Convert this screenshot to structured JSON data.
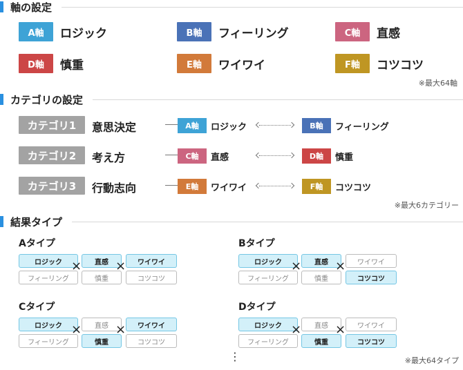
{
  "sections": {
    "axis": "軸の設定",
    "category": "カテゴリの設定",
    "result": "結果タイプ"
  },
  "colors": {
    "section_bar": "#2a90e0",
    "axis_a": "#3ea3d6",
    "axis_b": "#4a72b7",
    "axis_c": "#cc6580",
    "axis_d": "#cc4646",
    "axis_e": "#d27a3a",
    "axis_f": "#bf9623",
    "category_badge": "#a3a3a3",
    "chip_selected": "#d3f0f9"
  },
  "axes": [
    {
      "label": "A軸",
      "name": "ロジック"
    },
    {
      "label": "B軸",
      "name": "フィーリング"
    },
    {
      "label": "C軸",
      "name": "直感"
    },
    {
      "label": "D軸",
      "name": "慎重"
    },
    {
      "label": "E軸",
      "name": "ワイワイ"
    },
    {
      "label": "F軸",
      "name": "コツコツ"
    }
  ],
  "axis_note": "※最大64軸",
  "categories": [
    {
      "label": "カテゴリ1",
      "name": "意思決定",
      "left_axis": "A軸",
      "left_name": "ロジック",
      "right_axis": "B軸",
      "right_name": "フィーリング"
    },
    {
      "label": "カテゴリ2",
      "name": "考え方",
      "left_axis": "C軸",
      "left_name": "直感",
      "right_axis": "D軸",
      "right_name": "慎重"
    },
    {
      "label": "カテゴリ3",
      "name": "行動志向",
      "left_axis": "E軸",
      "left_name": "ワイワイ",
      "right_axis": "F軸",
      "right_name": "コツコツ"
    }
  ],
  "category_note": "※最大6カテゴリー",
  "result_types": [
    {
      "name": "Aタイプ",
      "chips": [
        [
          "ロジック",
          "フィーリング"
        ],
        [
          "直感",
          "慎重"
        ],
        [
          "ワイワイ",
          "コツコツ"
        ]
      ],
      "selected": [
        0,
        0,
        0
      ]
    },
    {
      "name": "Bタイプ",
      "chips": [
        [
          "ロジック",
          "フィーリング"
        ],
        [
          "直感",
          "慎重"
        ],
        [
          "ワイワイ",
          "コツコツ"
        ]
      ],
      "selected": [
        0,
        0,
        1
      ]
    },
    {
      "name": "Cタイプ",
      "chips": [
        [
          "ロジック",
          "フィーリング"
        ],
        [
          "直感",
          "慎重"
        ],
        [
          "ワイワイ",
          "コツコツ"
        ]
      ],
      "selected": [
        0,
        1,
        0
      ]
    },
    {
      "name": "Dタイプ",
      "chips": [
        [
          "ロジック",
          "フィーリング"
        ],
        [
          "直感",
          "慎重"
        ],
        [
          "ワイワイ",
          "コツコツ"
        ]
      ],
      "selected": [
        0,
        1,
        1
      ]
    }
  ],
  "times_symbol": "×",
  "more_symbol": "⋮",
  "result_note": "※最大64タイプ"
}
